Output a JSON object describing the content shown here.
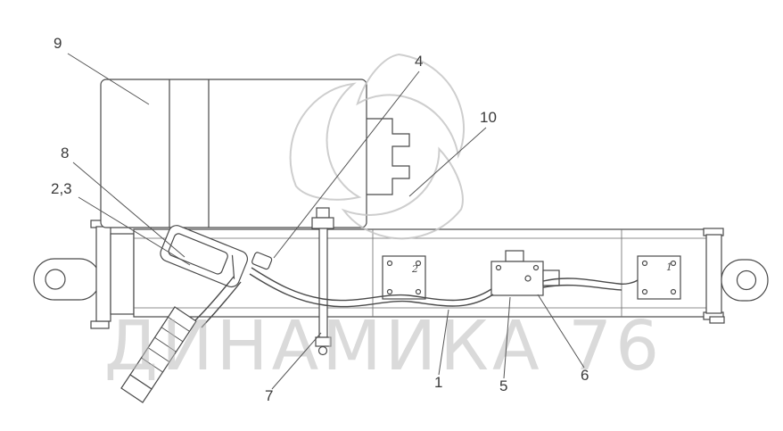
{
  "diagram": {
    "type": "technical-assembly-drawing",
    "subject": "linear-actuator-assembly",
    "watermark": {
      "text": "ДИНАМИКА 76"
    },
    "colors": {
      "line": "#4a4a4a",
      "leader": "#555555",
      "watermark": "#bdbdbd",
      "logo": "#c6c6c6",
      "background": "#ffffff"
    },
    "callouts": [
      {
        "text": "9"
      },
      {
        "text": "8"
      },
      {
        "text": "2,3"
      },
      {
        "text": "4"
      },
      {
        "text": "10"
      },
      {
        "text": "7"
      },
      {
        "text": "1"
      },
      {
        "text": "5"
      },
      {
        "text": "6"
      }
    ],
    "part_marks": [
      {
        "text": "2"
      },
      {
        "text": "1"
      }
    ]
  }
}
